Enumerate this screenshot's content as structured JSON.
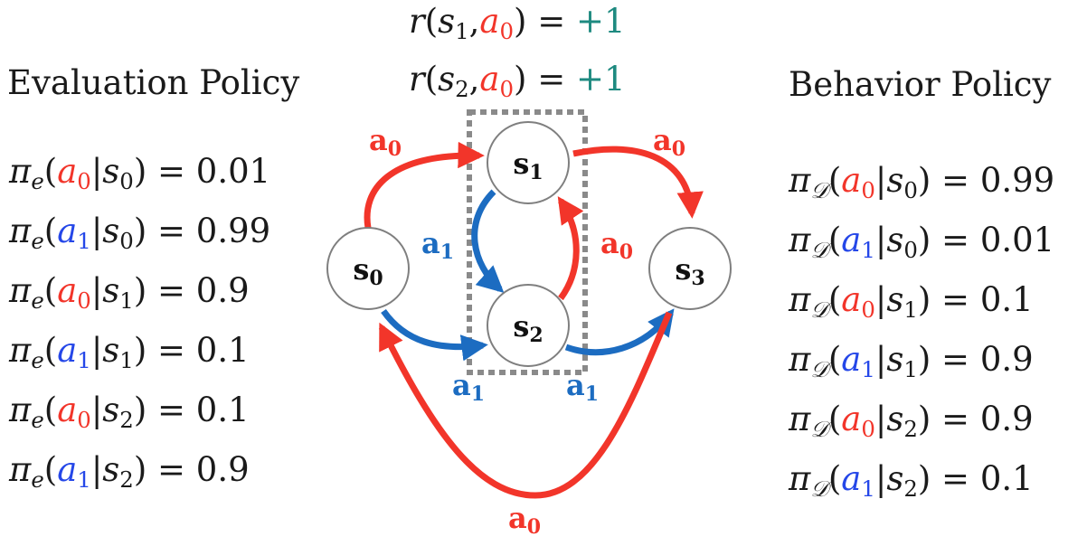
{
  "rewards": [
    {
      "lhs": "r",
      "state": "s",
      "state_sub": "1",
      "action": "a",
      "action_sub": "0",
      "eq": "=",
      "value": "+1"
    },
    {
      "lhs": "r",
      "state": "s",
      "state_sub": "2",
      "action": "a",
      "action_sub": "0",
      "eq": "=",
      "value": "+1"
    }
  ],
  "evaluation": {
    "title": "Evaluation Policy",
    "symbol": "π",
    "symbol_sub": "e",
    "rows": [
      {
        "action": "a",
        "action_sub": "0",
        "action_color": "red",
        "state": "s",
        "state_sub": "0",
        "value": "0.01"
      },
      {
        "action": "a",
        "action_sub": "1",
        "action_color": "blue",
        "state": "s",
        "state_sub": "0",
        "value": "0.99"
      },
      {
        "action": "a",
        "action_sub": "0",
        "action_color": "red",
        "state": "s",
        "state_sub": "1",
        "value": "0.9"
      },
      {
        "action": "a",
        "action_sub": "1",
        "action_color": "blue",
        "state": "s",
        "state_sub": "1",
        "value": "0.1"
      },
      {
        "action": "a",
        "action_sub": "0",
        "action_color": "red",
        "state": "s",
        "state_sub": "2",
        "value": "0.1"
      },
      {
        "action": "a",
        "action_sub": "1",
        "action_color": "blue",
        "state": "s",
        "state_sub": "2",
        "value": "0.9"
      }
    ]
  },
  "behavior": {
    "title": "Behavior Policy",
    "symbol": "π",
    "symbol_sub": "𝒟",
    "rows": [
      {
        "action": "a",
        "action_sub": "0",
        "action_color": "red",
        "state": "s",
        "state_sub": "0",
        "value": "0.99"
      },
      {
        "action": "a",
        "action_sub": "1",
        "action_color": "blue",
        "state": "s",
        "state_sub": "0",
        "value": "0.01"
      },
      {
        "action": "a",
        "action_sub": "0",
        "action_color": "red",
        "state": "s",
        "state_sub": "1",
        "value": "0.1"
      },
      {
        "action": "a",
        "action_sub": "1",
        "action_color": "blue",
        "state": "s",
        "state_sub": "1",
        "value": "0.9"
      },
      {
        "action": "a",
        "action_sub": "0",
        "action_color": "red",
        "state": "s",
        "state_sub": "2",
        "value": "0.9"
      },
      {
        "action": "a",
        "action_sub": "1",
        "action_color": "blue",
        "state": "s",
        "state_sub": "2",
        "value": "0.1"
      }
    ]
  },
  "graph": {
    "nodes": [
      {
        "id": "s0",
        "letter": "s",
        "sub": "0"
      },
      {
        "id": "s1",
        "letter": "s",
        "sub": "1"
      },
      {
        "id": "s2",
        "letter": "s",
        "sub": "2"
      },
      {
        "id": "s3",
        "letter": "s",
        "sub": "3"
      }
    ],
    "edges": [
      {
        "id": "s0-s1",
        "letter": "a",
        "sub": "0",
        "color": "#f2352a"
      },
      {
        "id": "s1-s3",
        "letter": "a",
        "sub": "0",
        "color": "#f2352a"
      },
      {
        "id": "s1-s2",
        "letter": "a",
        "sub": "1",
        "color": "#1c6cc1"
      },
      {
        "id": "s2-s1",
        "letter": "a",
        "sub": "0",
        "color": "#f2352a"
      },
      {
        "id": "s0-s2",
        "letter": "a",
        "sub": "1",
        "color": "#1c6cc1"
      },
      {
        "id": "s2-s3",
        "letter": "a",
        "sub": "1",
        "color": "#1c6cc1"
      },
      {
        "id": "s3-s0",
        "letter": "a",
        "sub": "0",
        "color": "#f2352a"
      }
    ],
    "colors": {
      "red_edge": "#f2352a",
      "blue_edge": "#1c6cc1",
      "node_fill": "#ffffff",
      "node_stroke": "#7f7f7f",
      "box_stroke": "#8a8a8a"
    }
  }
}
